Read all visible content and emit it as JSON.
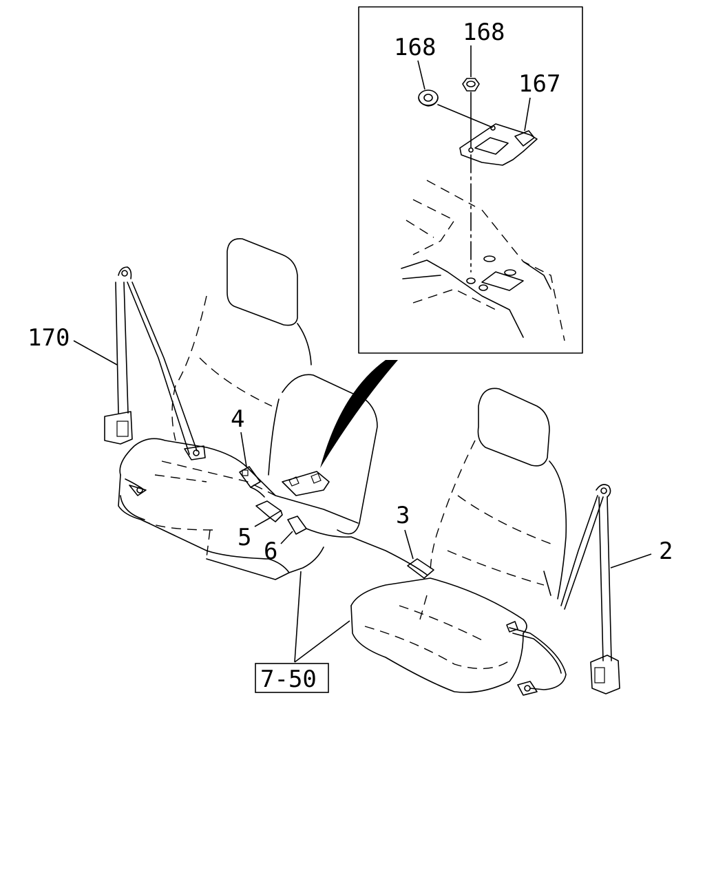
{
  "callouts": {
    "c168a": "168",
    "c168b": "168",
    "c167": "167",
    "c170": "170",
    "c4": "4",
    "c5": "5",
    "c6": "6",
    "c3": "3",
    "c2": "2",
    "ref": "7-50"
  },
  "colors": {
    "line": "#000000",
    "background": "#ffffff"
  }
}
